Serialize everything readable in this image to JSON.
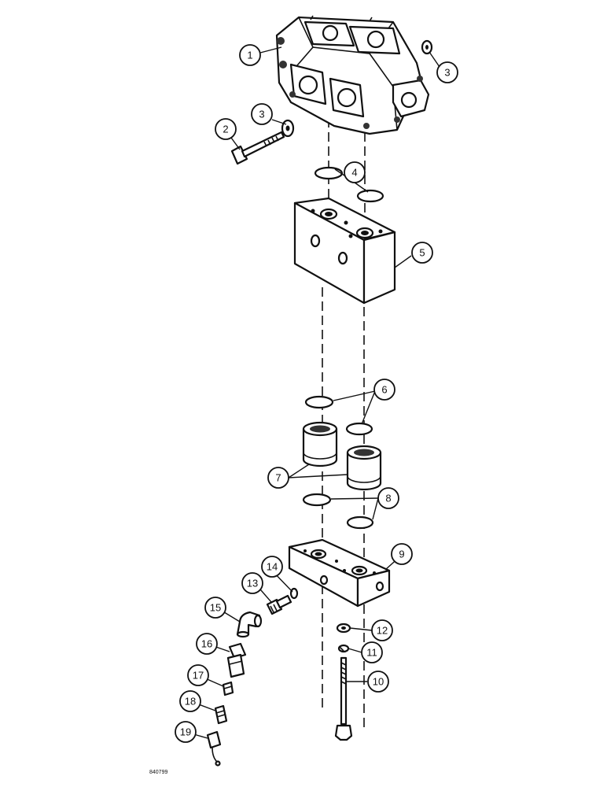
{
  "diagram": {
    "reference_code": "840799",
    "callouts": [
      "1",
      "2",
      "3",
      "3",
      "4",
      "5",
      "6",
      "7",
      "8",
      "9",
      "10",
      "11",
      "12",
      "13",
      "14",
      "15",
      "16",
      "17",
      "18",
      "19"
    ]
  },
  "colors": {
    "ink": "#111111",
    "paper": "#ffffff"
  }
}
